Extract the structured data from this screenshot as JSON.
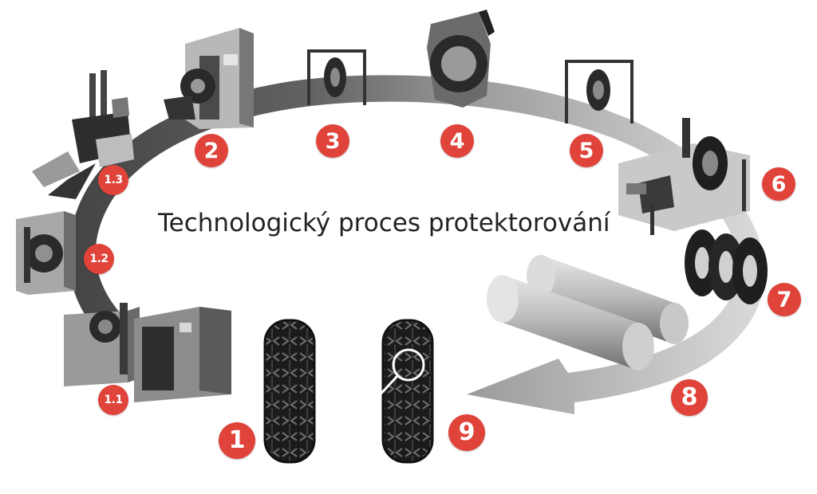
{
  "title": "Technologický proces protektorování",
  "steps": {
    "s1": "1",
    "s1_1": "1.1",
    "s1_2": "1.2",
    "s1_3": "1.3",
    "s2": "2",
    "s3": "3",
    "s4": "4",
    "s5": "5",
    "s6": "6",
    "s7": "7",
    "s8": "8",
    "s9": "9"
  },
  "colors": {
    "badge": "#e0433a",
    "arrow_dark": "#3a3a3a",
    "arrow_light": "#d2d2d2"
  }
}
